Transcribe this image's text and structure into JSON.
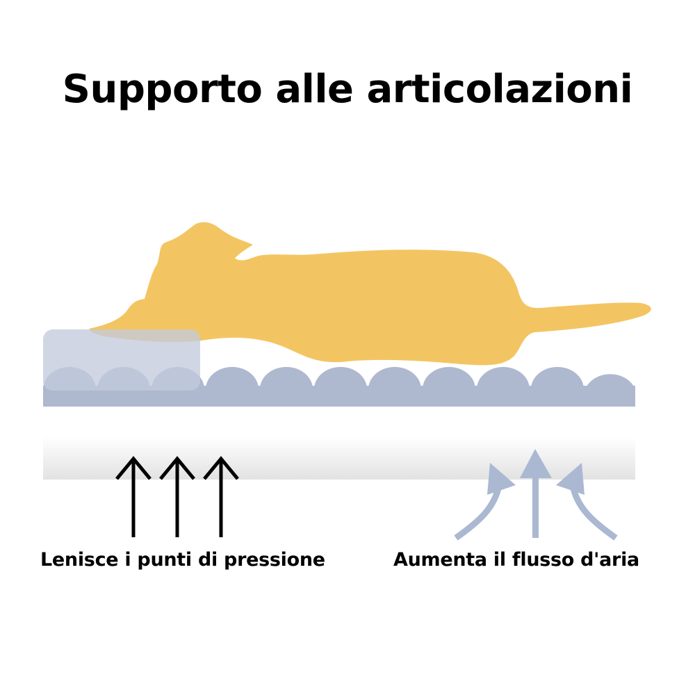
{
  "title": "Supporto alle articolazioni",
  "labels": {
    "pressure": "Lenisce i punti di pressione",
    "airflow": "Aumenta il flusso d'aria"
  },
  "colors": {
    "dog": "#f3c562",
    "bolster": "#cfd5e2",
    "egg_crate": "#aeb9cf",
    "base_gradient_top": "#ffffff",
    "base_gradient_bottom": "#e4e4e4",
    "pressure_arrows": "#000000",
    "airflow_arrows": "#aab8d2"
  }
}
